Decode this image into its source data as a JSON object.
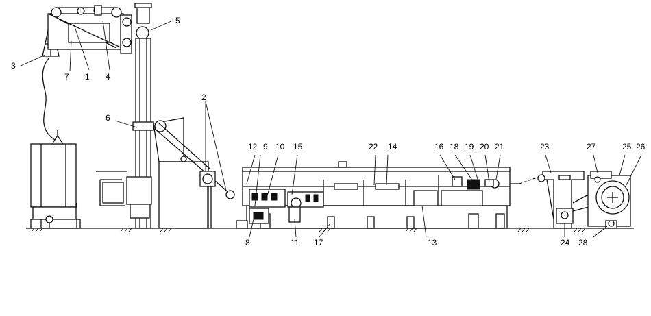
{
  "labels": [
    {
      "id": "1",
      "text": "1"
    },
    {
      "id": "2",
      "text": "2"
    },
    {
      "id": "3",
      "text": "3"
    },
    {
      "id": "4",
      "text": "4"
    },
    {
      "id": "5",
      "text": "5"
    },
    {
      "id": "6",
      "text": "6"
    },
    {
      "id": "7",
      "text": "7"
    },
    {
      "id": "8",
      "text": "8"
    },
    {
      "id": "9",
      "text": "9"
    },
    {
      "id": "10",
      "text": "10"
    },
    {
      "id": "11",
      "text": "11"
    },
    {
      "id": "12",
      "text": "12"
    },
    {
      "id": "13",
      "text": "13"
    },
    {
      "id": "14",
      "text": "14"
    },
    {
      "id": "15",
      "text": "15"
    },
    {
      "id": "16",
      "text": "16"
    },
    {
      "id": "17",
      "text": "17"
    },
    {
      "id": "18",
      "text": "18"
    },
    {
      "id": "19",
      "text": "19"
    },
    {
      "id": "20",
      "text": "20"
    },
    {
      "id": "21",
      "text": "21"
    },
    {
      "id": "22",
      "text": "22"
    },
    {
      "id": "23",
      "text": "23"
    },
    {
      "id": "24",
      "text": "24"
    },
    {
      "id": "25",
      "text": "25"
    },
    {
      "id": "26",
      "text": "26"
    },
    {
      "id": "27",
      "text": "27"
    },
    {
      "id": "28",
      "text": "28"
    }
  ]
}
